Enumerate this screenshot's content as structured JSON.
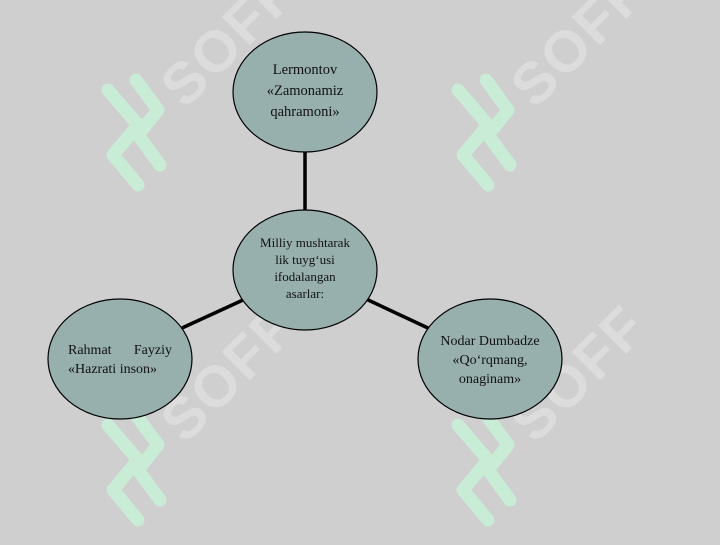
{
  "watermark": {
    "text": "SOFF",
    "color": "#dcdcdc",
    "logo_color": "#c9ecd6"
  },
  "diagram": {
    "node_fill": "#97b0ae",
    "connector_color": "#000000",
    "center": {
      "lines": [
        "Milliy mushtarak",
        "lik tuyg‘usi",
        "ifodalangan",
        "asarlar:"
      ]
    },
    "top": {
      "lines": [
        "Lermontov",
        "«Zamonamiz",
        "qahramoni»"
      ]
    },
    "right": {
      "lines": [
        "Nodar Dumbadze",
        "«Qo‘rqmang,",
        "onaginam»"
      ]
    },
    "left": {
      "lines": [
        "Rahmat Fayziy",
        "«Hazrati inson»"
      ]
    }
  }
}
